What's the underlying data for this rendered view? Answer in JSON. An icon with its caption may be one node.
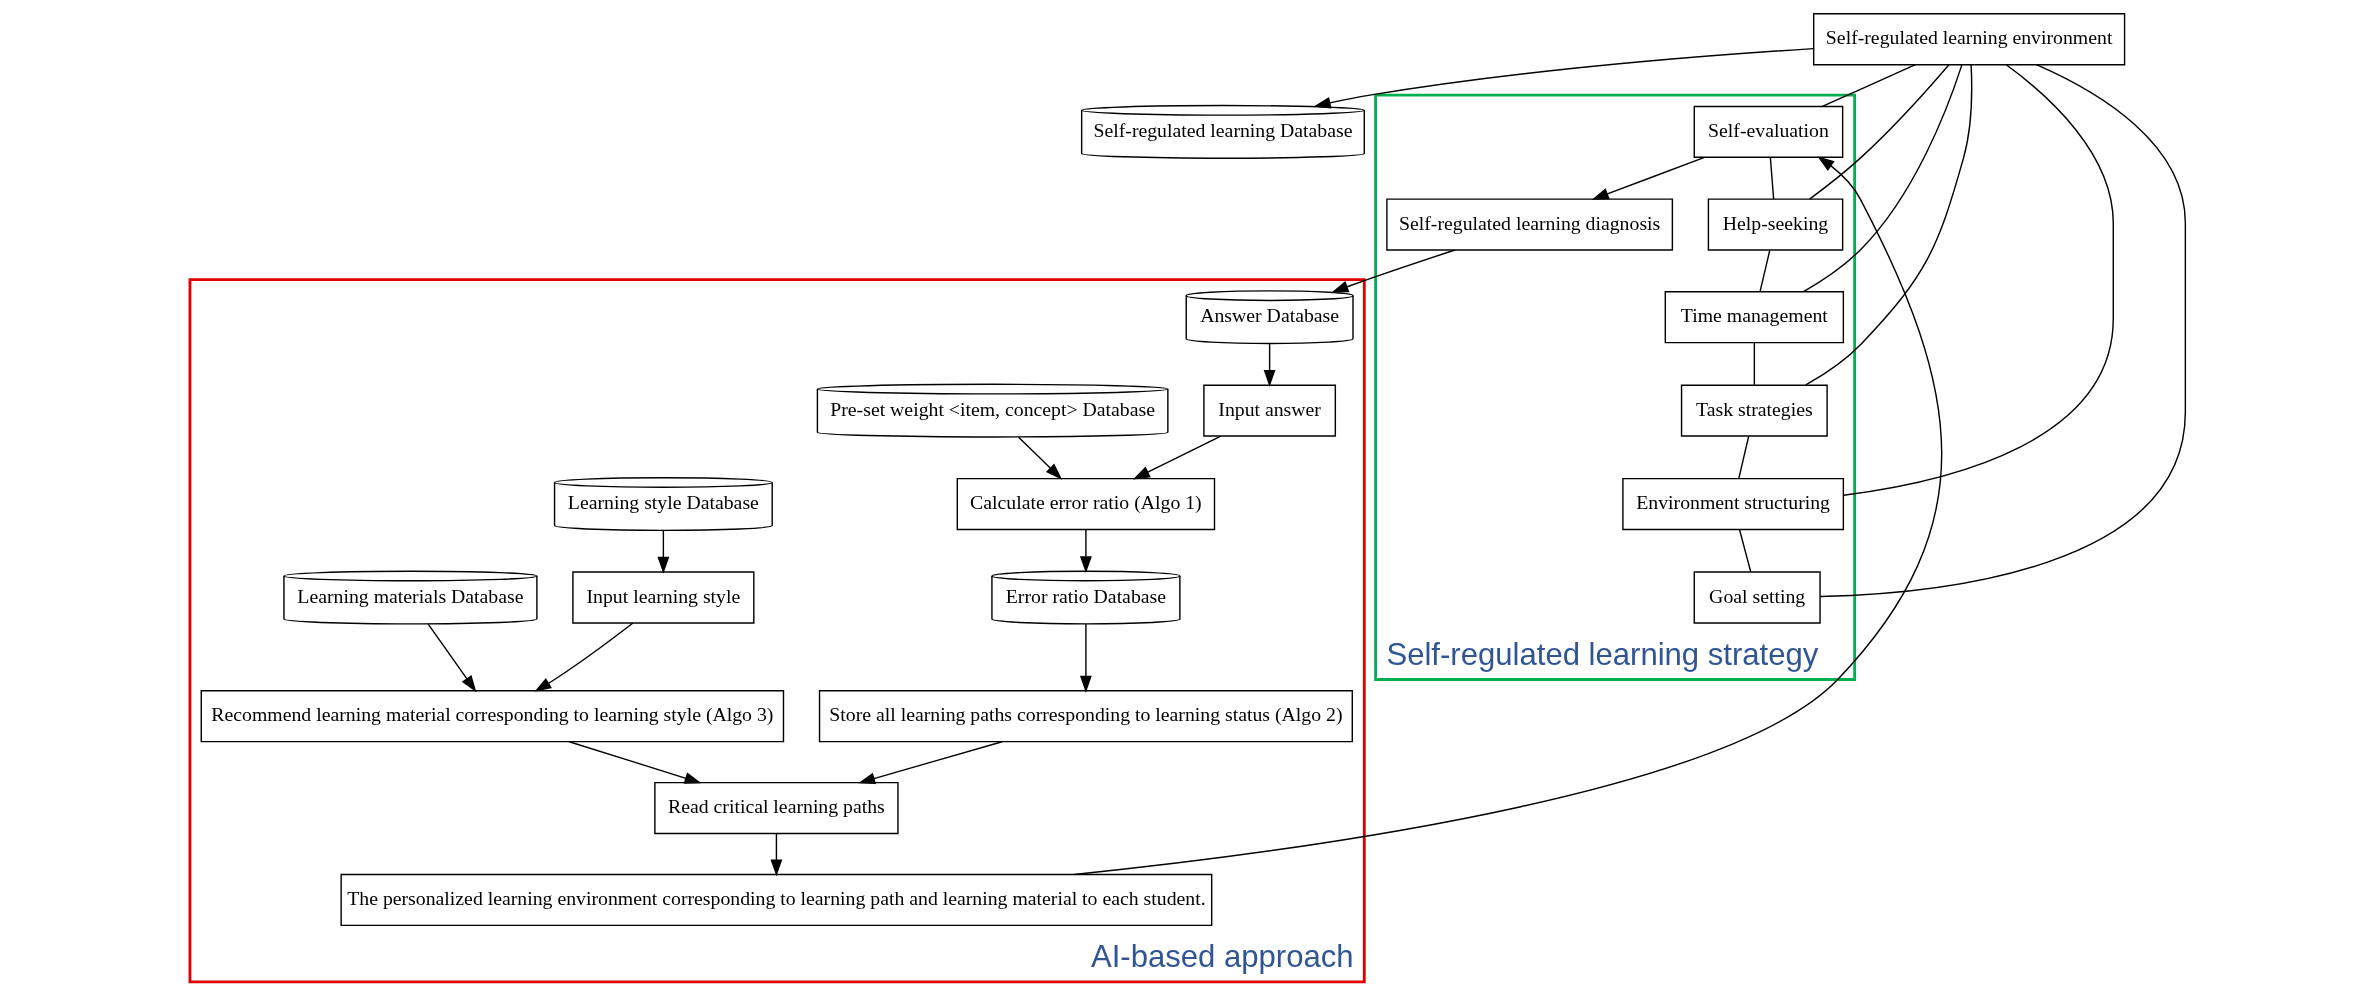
{
  "diagram": {
    "nodes": [
      {
        "text": [
          "Self-regulated learning environment"
        ]
      },
      {
        "text": [
          "Self-regulated learning Database"
        ]
      },
      {
        "text": [
          "Self-regulated learning strategy"
        ]
      },
      {
        "text": [
          "Self-regulated learning diagnosis"
        ],
        "in": 2
      },
      {
        "text": [
          "Self-evaluation"
        ],
        "in": 2
      },
      {
        "text": [
          "Help-seeking"
        ],
        "in": 2
      },
      {
        "text": [
          "Time management"
        ],
        "in": 2
      },
      {
        "text": [
          "Task strategies"
        ],
        "in": 2
      },
      {
        "text": [
          "Environment structuring"
        ],
        "in": 2
      },
      {
        "text": [
          "Goal setting"
        ],
        "in": 2
      },
      {
        "text": [
          "AI-based approach"
        ]
      },
      {
        "text": [
          "Answer Database"
        ],
        "in": 10
      },
      {
        "text": [
          "Input answer"
        ],
        "in": 10
      },
      {
        "text": [
          "Pre-set weight <item, concept> Database"
        ],
        "in": 10
      },
      {
        "text": [
          "Calculate error ratio (Algo 1)"
        ],
        "in": 10
      },
      {
        "text": [
          "Error ratio Database"
        ],
        "in": 10
      },
      {
        "text": [
          "Store all learning paths corresponding to learning status (Algo 2)"
        ],
        "in": 10
      },
      {
        "text": [
          "Read critical learning paths"
        ],
        "in": 10
      },
      {
        "text": [
          "The personalized learning environment corresponding to learning path and learning material to each student."
        ],
        "in": 10
      },
      {
        "text": [
          "Learning style Database"
        ],
        "in": 10
      },
      {
        "text": [
          "Input learning style"
        ],
        "in": 10
      },
      {
        "text": [
          "Recommend learning material corresponding to learning style (Algo 3)"
        ],
        "in": 10
      },
      {
        "text": [
          "Learning materials Database"
        ],
        "in": 10
      }
    ],
    "edges": [
      {
        "from": 0,
        "to": 1,
        "arrow": "to"
      },
      {
        "from": 0,
        "to": 4,
        "arrow": "none"
      },
      {
        "from": 0,
        "to": 5,
        "arrow": "none"
      },
      {
        "from": 0,
        "to": 6,
        "arrow": "none"
      },
      {
        "from": 0,
        "to": 7,
        "arrow": "none"
      },
      {
        "from": 0,
        "to": 8,
        "arrow": "none"
      },
      {
        "from": 0,
        "to": 9,
        "arrow": "none"
      },
      {
        "from": 4,
        "to": 3,
        "arrow": "to"
      },
      {
        "from": 4,
        "to": 5,
        "arrow": "none"
      },
      {
        "from": 5,
        "to": 6,
        "arrow": "none"
      },
      {
        "from": 6,
        "to": 7,
        "arrow": "none"
      },
      {
        "from": 7,
        "to": 8,
        "arrow": "none"
      },
      {
        "from": 8,
        "to": 9,
        "arrow": "none"
      },
      {
        "from": 3,
        "to": 11,
        "arrow": "to"
      },
      {
        "from": 11,
        "to": 12,
        "arrow": "to"
      },
      {
        "from": 12,
        "to": 14,
        "arrow": "to"
      },
      {
        "from": 13,
        "to": 14,
        "arrow": "to"
      },
      {
        "from": 14,
        "to": 15,
        "arrow": "to"
      },
      {
        "from": 15,
        "to": 16,
        "arrow": "to"
      },
      {
        "from": 16,
        "to": 17,
        "arrow": "to"
      },
      {
        "from": 17,
        "to": 18,
        "arrow": "to"
      },
      {
        "from": 18,
        "to": 4,
        "arrow": "to"
      },
      {
        "from": 19,
        "to": 20,
        "arrow": "to"
      },
      {
        "from": 20,
        "to": 21,
        "arrow": "to"
      },
      {
        "from": 22,
        "to": 21,
        "arrow": "to"
      },
      {
        "from": 21,
        "to": 17,
        "arrow": "to"
      }
    ]
  }
}
